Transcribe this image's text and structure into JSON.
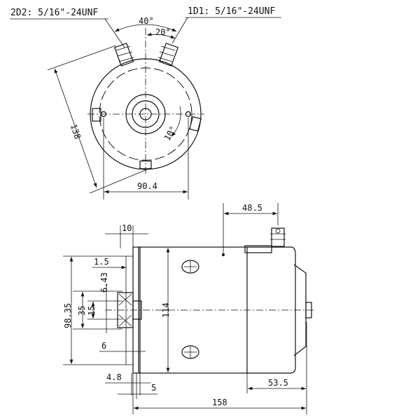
{
  "front_view": {
    "terminal_left_label": "2D2: 5/16\"-24UNF",
    "terminal_right_label": "1D1: 5/16\"-24UNF",
    "angle_terminals": "40°",
    "angle_half": "20°",
    "angle_mount": "10°",
    "dim_diagonal": "138",
    "dim_mount_width": "90.4"
  },
  "side_view": {
    "dim_terminal_offset": "48.5",
    "dim_flange": "10",
    "dim_step": "1.5",
    "dim_key": "6.43",
    "dim_pilot": "98.35",
    "dim_shaft_35": "35",
    "dim_shaft_15": "15",
    "dim_body_dia": "114",
    "dim_6": "6",
    "dim_4_8": "4.8",
    "dim_5": "5",
    "dim_endcap": "53.5",
    "dim_overall": "158"
  }
}
